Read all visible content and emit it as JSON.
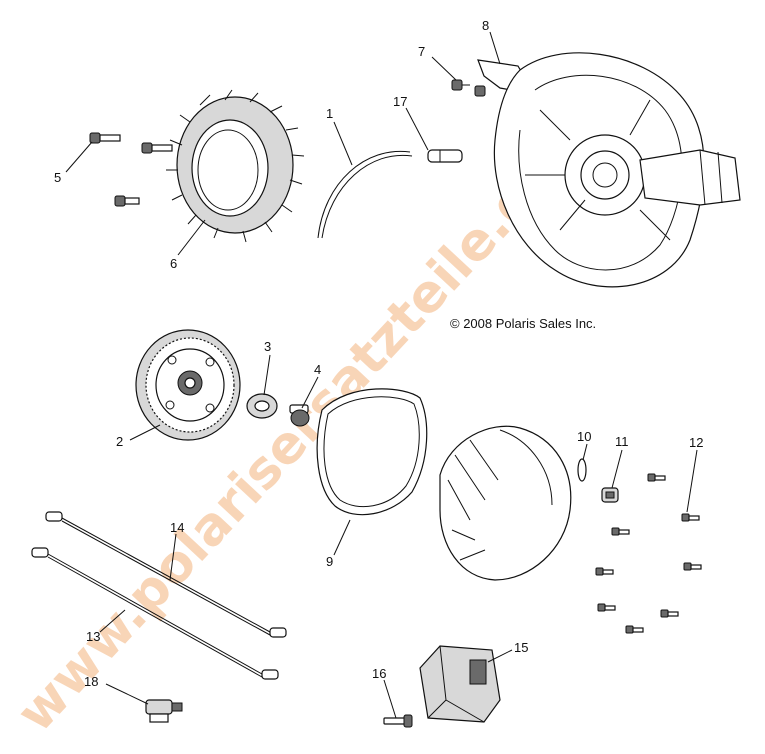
{
  "copyright": "© 2008 Polaris Sales Inc.",
  "watermark": "www.polarisersatzteile.de",
  "callouts": {
    "c1": "1",
    "c2": "2",
    "c3": "3",
    "c4": "4",
    "c5": "5",
    "c6": "6",
    "c7": "7",
    "c8": "8",
    "c9": "9",
    "c10": "10",
    "c11": "11",
    "c12": "12",
    "c13": "13",
    "c14": "14",
    "c15": "15",
    "c16": "16",
    "c17": "17",
    "c18": "18"
  }
}
